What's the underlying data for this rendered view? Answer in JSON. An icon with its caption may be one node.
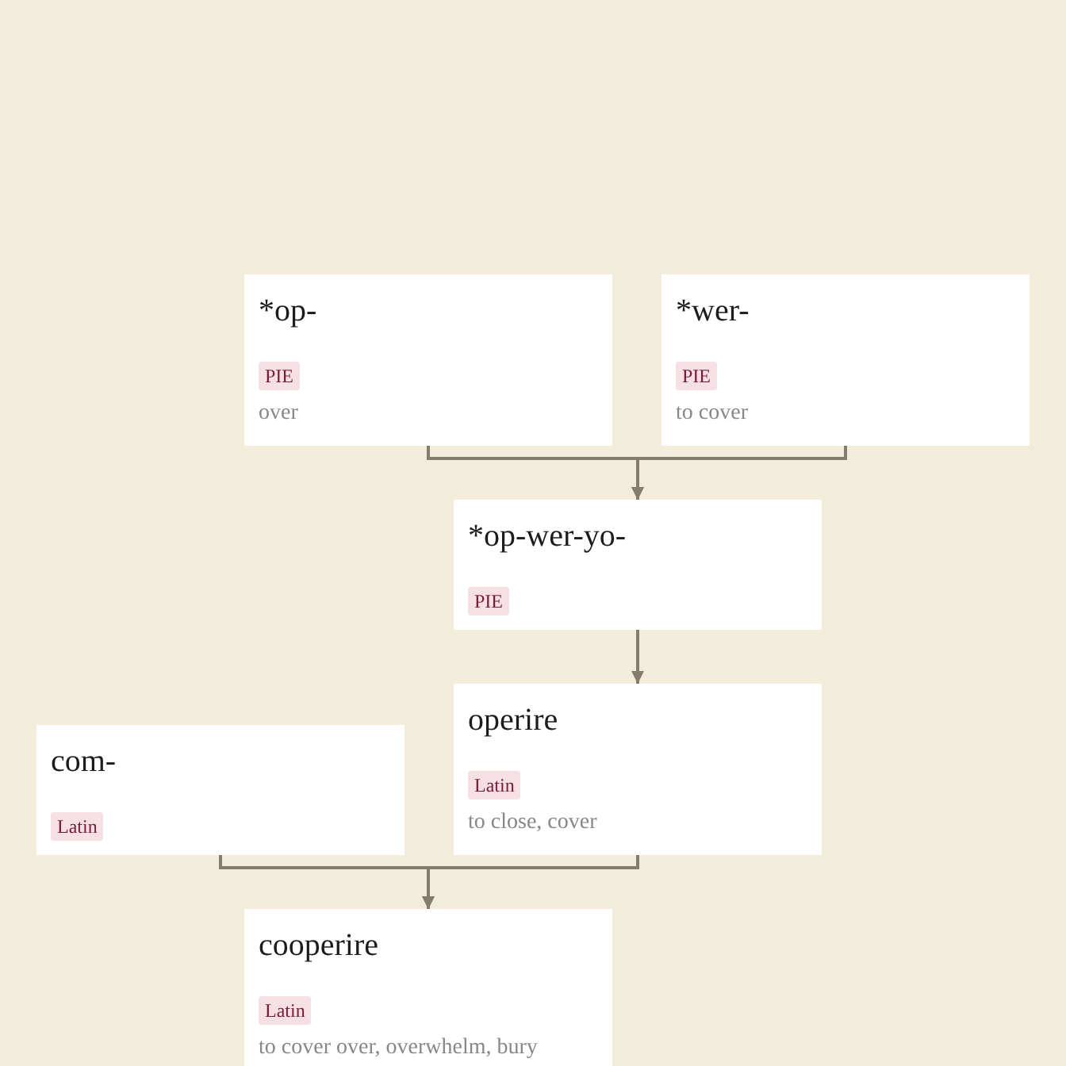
{
  "diagram": {
    "nodes": [
      {
        "text": [
          "*op-",
          "PIE",
          "over"
        ]
      },
      {
        "text": [
          "*wer-",
          "PIE",
          "to cover"
        ]
      },
      {
        "text": [
          "*op-wer-yo-",
          "PIE"
        ]
      },
      {
        "text": [
          "com-",
          "Latin"
        ]
      },
      {
        "text": [
          "operire",
          "Latin",
          "to close, cover"
        ]
      },
      {
        "text": [
          "cooperire",
          "Latin",
          "to cover over, overwhelm, bury"
        ]
      }
    ],
    "edges": [
      {
        "from": 0,
        "to": 2,
        "arrow": "to"
      },
      {
        "from": 1,
        "to": 2,
        "arrow": "to"
      },
      {
        "from": 2,
        "to": 4,
        "arrow": "to"
      },
      {
        "from": 3,
        "to": 5,
        "arrow": "to"
      },
      {
        "from": 4,
        "to": 5,
        "arrow": "to"
      }
    ]
  }
}
